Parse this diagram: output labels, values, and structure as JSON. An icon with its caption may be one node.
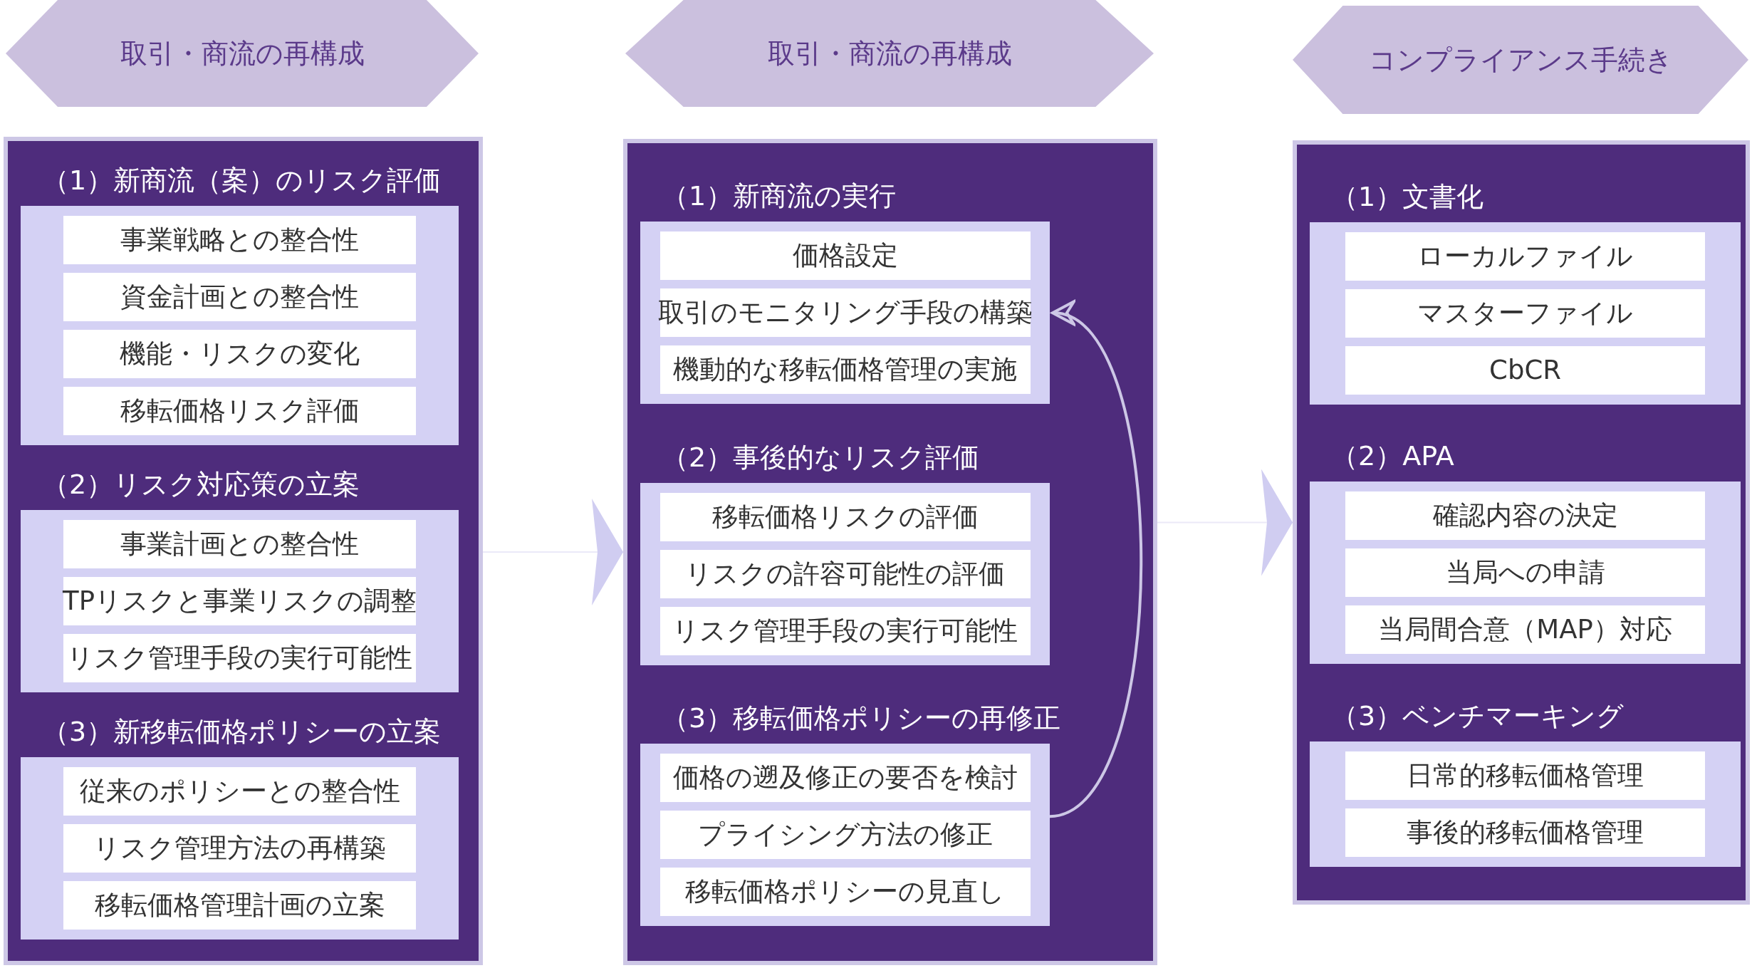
{
  "diagram": {
    "nodes": [
      {
        "text": [
          "取引・商流の再構成"
        ]
      },
      {
        "text": [],
        "shape": "box"
      },
      {
        "text": [
          "（1）新商流（案）のリスク評価"
        ],
        "in": 1
      },
      {
        "text": [
          "事業戦略との整合性"
        ],
        "in": 2
      },
      {
        "text": [
          "資金計画との整合性"
        ],
        "in": 2
      },
      {
        "text": [
          "機能・リスクの変化"
        ],
        "in": 2
      },
      {
        "text": [
          "移転価格リスク評価"
        ],
        "in": 2
      },
      {
        "text": [
          "（2）リスク対応策の立案"
        ],
        "in": 1
      },
      {
        "text": [
          "事業計画との整合性"
        ],
        "in": 7
      },
      {
        "text": [
          "TPリスクと事業リスクの調整"
        ],
        "in": 7
      },
      {
        "text": [
          "リスク管理手段の実行可能性"
        ],
        "in": 7
      },
      {
        "text": [
          "（3）新移転価格ポリシーの立案"
        ],
        "in": 1
      },
      {
        "text": [
          "従来のポリシーとの整合性"
        ],
        "in": 11
      },
      {
        "text": [
          "リスク管理方法の再構築"
        ],
        "in": 11
      },
      {
        "text": [
          "移転価格管理計画の立案"
        ],
        "in": 11
      },
      {
        "text": [
          "取引・商流の再構成"
        ]
      },
      {
        "text": [],
        "shape": "box"
      },
      {
        "text": [
          "（1）新商流の実行"
        ],
        "in": 16
      },
      {
        "text": [
          "価格設定"
        ],
        "in": 17
      },
      {
        "text": [
          "取引のモニタリング手段の構築"
        ],
        "in": 17
      },
      {
        "text": [
          "機動的な移転価格管理の実施"
        ],
        "in": 17
      },
      {
        "text": [
          "（2）事後的なリスク評価"
        ],
        "in": 16
      },
      {
        "text": [
          "移転価格リスクの評価"
        ],
        "in": 21
      },
      {
        "text": [
          "リスクの許容可能性の評価"
        ],
        "in": 21
      },
      {
        "text": [
          "リスク管理手段の実行可能性"
        ],
        "in": 21
      },
      {
        "text": [
          "（3）移転価格ポリシーの再修正"
        ],
        "in": 16
      },
      {
        "text": [
          "価格の遡及修正の要否を検討"
        ],
        "in": 25
      },
      {
        "text": [
          "プライシング方法の修正"
        ],
        "in": 25
      },
      {
        "text": [
          "移転価格ポリシーの見直し"
        ],
        "in": 25
      },
      {
        "text": [
          "コンプライアンス手続き"
        ]
      },
      {
        "text": [],
        "shape": "box"
      },
      {
        "text": [
          "（1）文書化"
        ],
        "in": 30
      },
      {
        "text": [
          "ローカルファイル"
        ],
        "in": 31
      },
      {
        "text": [
          "マスターファイル"
        ],
        "in": 31
      },
      {
        "text": [
          "CbCR"
        ],
        "in": 31
      },
      {
        "text": [
          "（2）APA"
        ],
        "in": 30
      },
      {
        "text": [
          "確認内容の決定"
        ],
        "in": 35
      },
      {
        "text": [
          "当局への申請"
        ],
        "in": 35
      },
      {
        "text": [
          "当局間合意（MAP）対応"
        ],
        "in": 35
      },
      {
        "text": [
          "（3）ベンチマーキング"
        ],
        "in": 30
      },
      {
        "text": [
          "日常的移転価格管理"
        ],
        "in": 39
      },
      {
        "text": [
          "事後的移転価格管理"
        ],
        "in": 39
      }
    ],
    "edges": [
      {
        "from": 1,
        "to": 16,
        "arrow": "to"
      },
      {
        "from": 16,
        "to": 30,
        "arrow": "to"
      },
      {
        "from": 25,
        "to": 17,
        "arrow": "to"
      }
    ]
  }
}
